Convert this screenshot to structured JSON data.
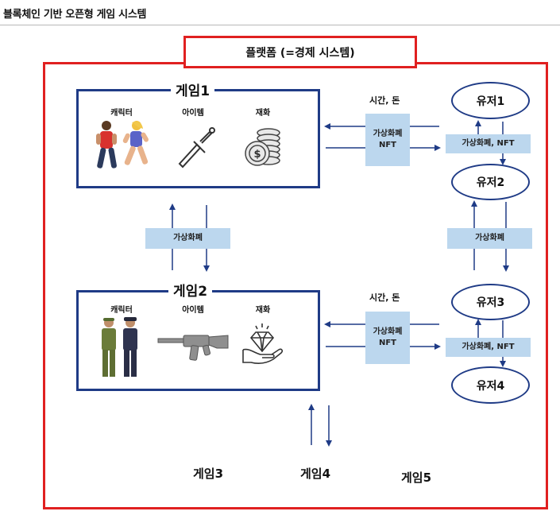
{
  "page_title": "블록체인 기반 오픈형 게임 시스템",
  "platform_label": "플랫폼 (=경제 시스템)",
  "games": [
    {
      "title": "게임1",
      "labels": [
        "캐릭터",
        "아이템",
        "재화"
      ]
    },
    {
      "title": "게임2",
      "labels": [
        "캐릭터",
        "아이템",
        "재화"
      ]
    }
  ],
  "other_games": [
    "게임3",
    "게임4",
    "게임5"
  ],
  "flows": {
    "time_money": "시간, 돈",
    "vc_line1": "가상화폐",
    "vc_line2": "NFT",
    "vc_between_games": "가상화폐",
    "vc_between_users": "가상화폐",
    "vc_nft_users": "가상화폐, NFT"
  },
  "users": [
    "유저1",
    "유저2",
    "유저3",
    "유저4"
  ],
  "colors": {
    "frame": "#e02020",
    "box": "#1f3b86",
    "vc_fill": "#bcd7ee",
    "arrow": "#1f3b86"
  },
  "icons": [
    "runners-icon",
    "dagger-icon",
    "coin-stack-icon",
    "soldiers-icon",
    "rifle-icon",
    "diamond-hand-icon"
  ]
}
